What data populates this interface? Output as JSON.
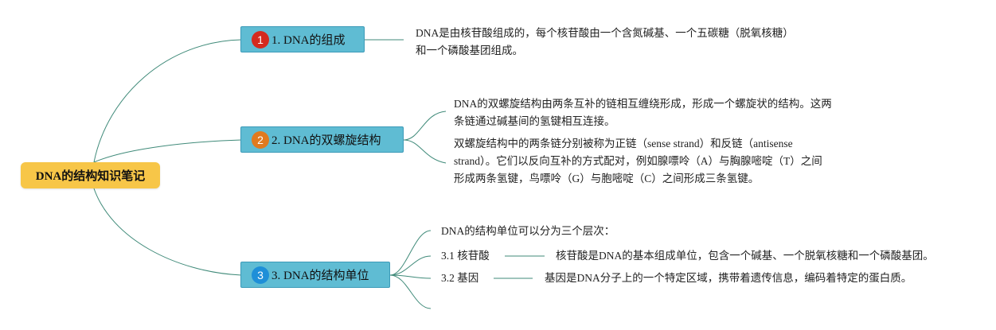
{
  "root": {
    "label": "DNA的结构知识笔记"
  },
  "topics": [
    {
      "number": "1",
      "badge_color": "#d42a1e",
      "label": "1. DNA的组成",
      "details": [
        "DNA是由核苷酸组成的，每个核苷酸由一个含氮碱基、一个五碳糖（脱氧核糖）",
        "和一个磷酸基团组成。"
      ]
    },
    {
      "number": "2",
      "badge_color": "#e07a1f",
      "label": "2. DNA的双螺旋结构",
      "details": [
        [
          "DNA的双螺旋结构由两条互补的链相互缠绕形成，形成一个螺旋状的结构。这两",
          "条链通过碱基间的氢键相互连接。"
        ],
        [
          "双螺旋结构中的两条链分别被称为正链（sense strand）和反链（antisense",
          "strand）。它们以反向互补的方式配对，例如腺嘌呤（A）与胸腺嘧啶（T）之间",
          "形成两条氢键，鸟嘌呤（G）与胞嘧啶（C）之间形成三条氢键。"
        ]
      ]
    },
    {
      "number": "3",
      "badge_color": "#1e8fd8",
      "label": "3. DNA的结构单位",
      "intro": "DNA的结构单位可以分为三个层次：",
      "subtopics": [
        {
          "label": "3.1 核苷酸",
          "detail": "核苷酸是DNA的基本组成单位，包含一个碱基、一个脱氧核糖和一个磷酸基团。"
        },
        {
          "label": "3.2 基因",
          "detail": "基因是DNA分子上的一个特定区域，携带着遗传信息，编码着特定的蛋白质。"
        }
      ]
    }
  ],
  "colors": {
    "root_fill": "#f7c648",
    "topic_fill": "#5fbcd3",
    "topic_border": "#3c9ab8",
    "connector": "#3f8a79"
  }
}
